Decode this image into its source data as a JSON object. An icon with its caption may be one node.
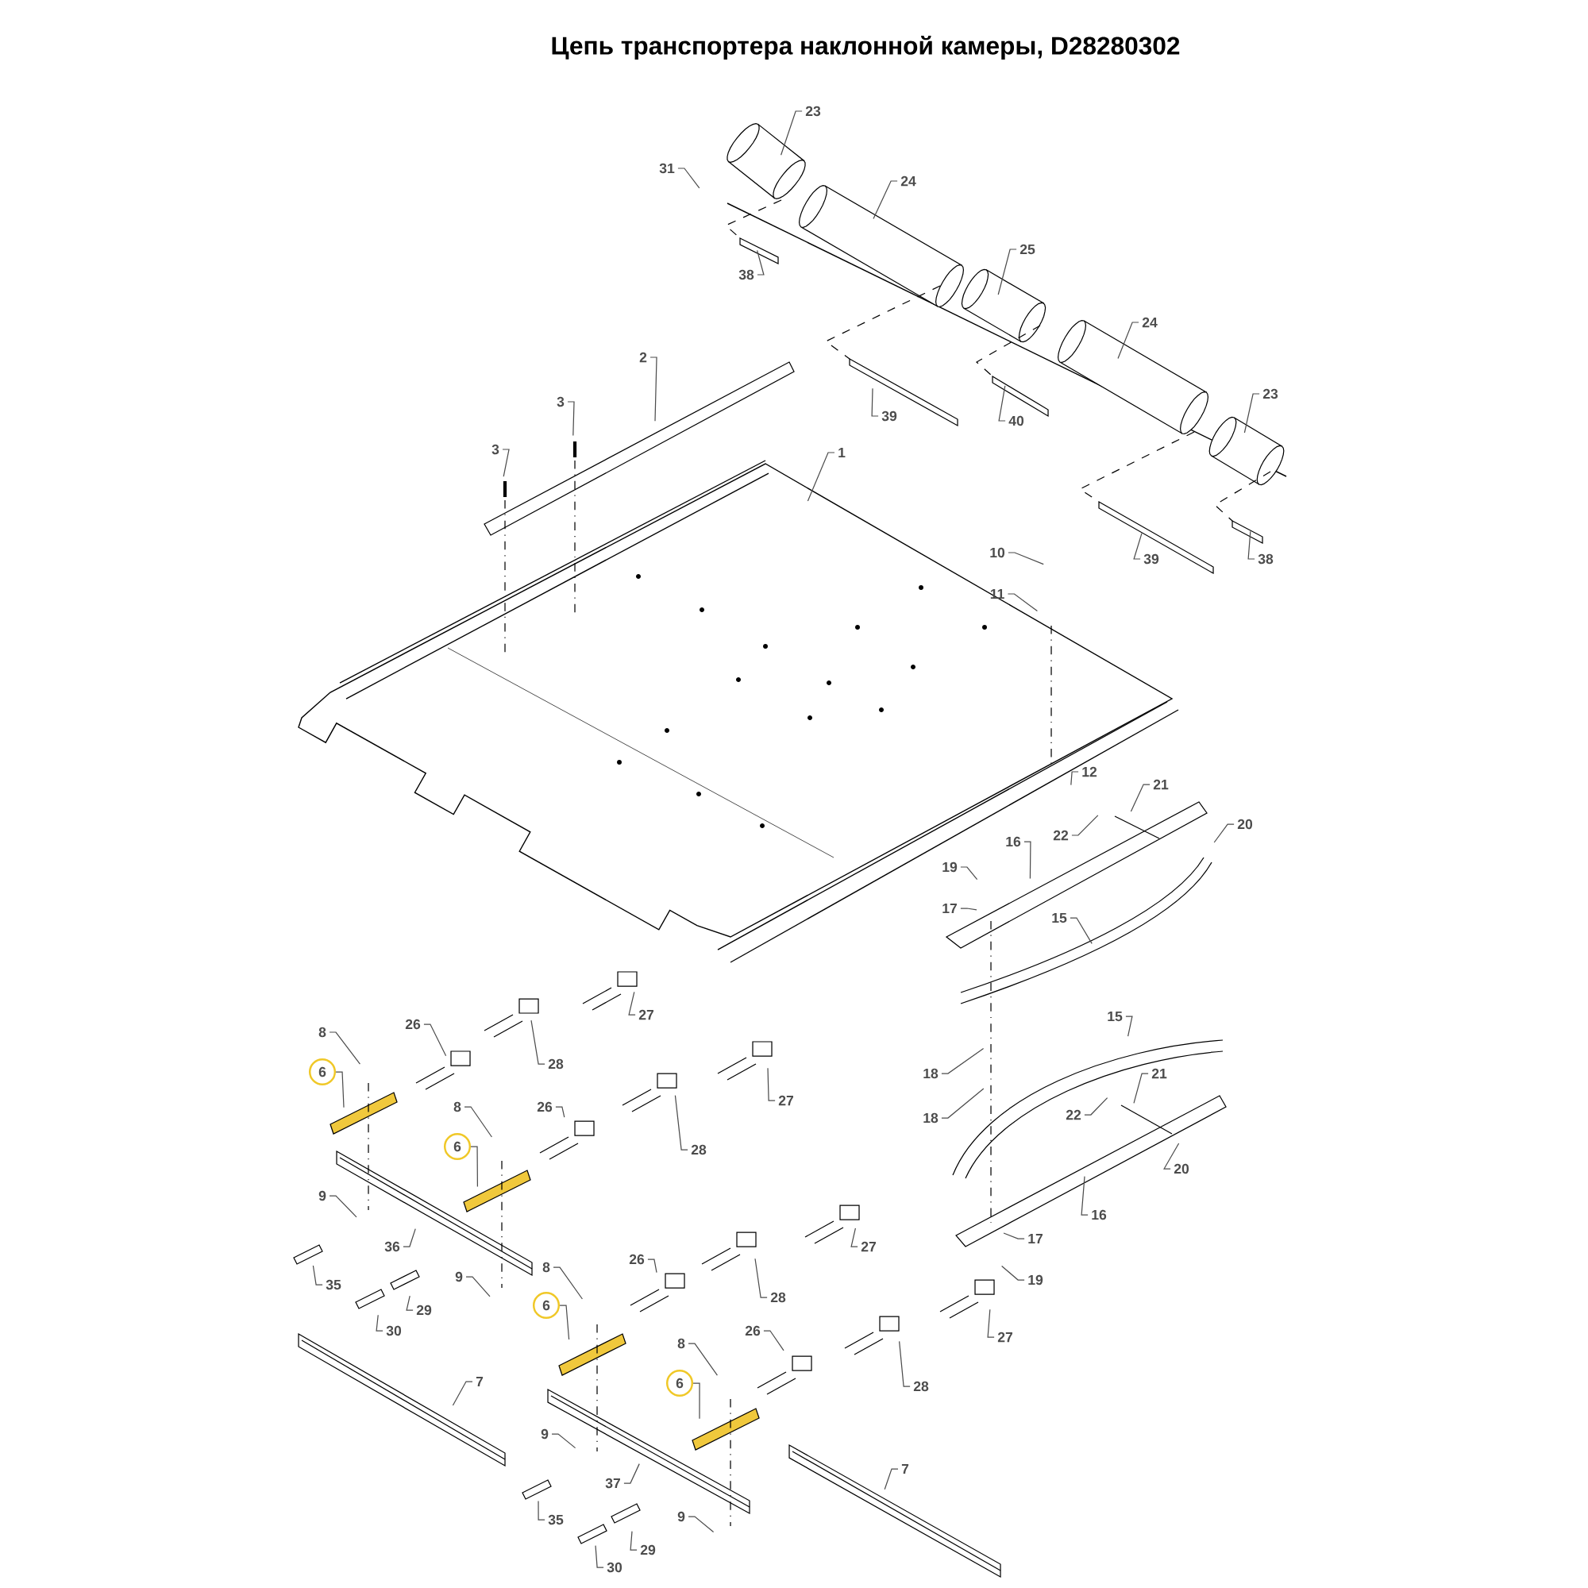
{
  "diagram": {
    "title": "Цепь транспортера наклонной камеры, D28280302",
    "nodes": [
      {
        "text": [
          "23"
        ]
      },
      {
        "text": [
          "31"
        ]
      },
      {
        "text": [
          "24"
        ]
      },
      {
        "text": [
          "38"
        ]
      },
      {
        "text": [
          "25"
        ]
      },
      {
        "text": [
          "24"
        ]
      },
      {
        "text": [
          "2"
        ]
      },
      {
        "text": [
          "3"
        ]
      },
      {
        "text": [
          "39"
        ]
      },
      {
        "text": [
          "40"
        ]
      },
      {
        "text": [
          "23"
        ]
      },
      {
        "text": [
          "3"
        ]
      },
      {
        "text": [
          "1"
        ]
      },
      {
        "text": [
          "39"
        ]
      },
      {
        "text": [
          "38"
        ]
      },
      {
        "text": [
          "10"
        ]
      },
      {
        "text": [
          "11"
        ]
      },
      {
        "text": [
          "12"
        ]
      },
      {
        "text": [
          "21"
        ]
      },
      {
        "text": [
          "22"
        ]
      },
      {
        "text": [
          "20"
        ]
      },
      {
        "text": [
          "16"
        ]
      },
      {
        "text": [
          "19"
        ]
      },
      {
        "text": [
          "17"
        ]
      },
      {
        "text": [
          "15"
        ]
      },
      {
        "text": [
          "27"
        ]
      },
      {
        "text": [
          "26"
        ]
      },
      {
        "text": [
          "28"
        ]
      },
      {
        "text": [
          "15"
        ]
      },
      {
        "text": [
          "8"
        ]
      },
      {
        "text": [
          "6"
        ]
      },
      {
        "text": [
          "18"
        ]
      },
      {
        "text": [
          "21"
        ]
      },
      {
        "text": [
          "27"
        ]
      },
      {
        "text": [
          "26"
        ]
      },
      {
        "text": [
          "8"
        ]
      },
      {
        "text": [
          "18"
        ]
      },
      {
        "text": [
          "22"
        ]
      },
      {
        "text": [
          "6"
        ]
      },
      {
        "text": [
          "28"
        ]
      },
      {
        "text": [
          "20"
        ]
      },
      {
        "text": [
          "9"
        ]
      },
      {
        "text": [
          "16"
        ]
      },
      {
        "text": [
          "36"
        ]
      },
      {
        "text": [
          "27"
        ]
      },
      {
        "text": [
          "17"
        ]
      },
      {
        "text": [
          "26"
        ]
      },
      {
        "text": [
          "19"
        ]
      },
      {
        "text": [
          "8"
        ]
      },
      {
        "text": [
          "9"
        ]
      },
      {
        "text": [
          "35"
        ]
      },
      {
        "text": [
          "28"
        ]
      },
      {
        "text": [
          "6"
        ]
      },
      {
        "text": [
          "29"
        ]
      },
      {
        "text": [
          "30"
        ]
      },
      {
        "text": [
          "27"
        ]
      },
      {
        "text": [
          "26"
        ]
      },
      {
        "text": [
          "8"
        ]
      },
      {
        "text": [
          "7"
        ]
      },
      {
        "text": [
          "6"
        ]
      },
      {
        "text": [
          "28"
        ]
      },
      {
        "text": [
          "9"
        ]
      },
      {
        "text": [
          "7"
        ]
      },
      {
        "text": [
          "37"
        ]
      },
      {
        "text": [
          "35"
        ]
      },
      {
        "text": [
          "9"
        ]
      },
      {
        "text": [
          "29"
        ]
      },
      {
        "text": [
          "30"
        ]
      }
    ],
    "edges": [
      {
        "from": 0,
        "to": null,
        "arrow": "none"
      },
      {
        "from": 1,
        "to": null,
        "arrow": "none"
      },
      {
        "from": 2,
        "to": null,
        "arrow": "none"
      },
      {
        "from": 3,
        "to": null,
        "arrow": "none"
      },
      {
        "from": 4,
        "to": null,
        "arrow": "none"
      },
      {
        "from": 5,
        "to": null,
        "arrow": "none"
      },
      {
        "from": 6,
        "to": null,
        "arrow": "none"
      },
      {
        "from": 7,
        "to": null,
        "arrow": "none"
      },
      {
        "from": 8,
        "to": null,
        "arrow": "none"
      },
      {
        "from": 9,
        "to": null,
        "arrow": "none"
      },
      {
        "from": 10,
        "to": null,
        "arrow": "none"
      },
      {
        "from": 11,
        "to": null,
        "arrow": "none"
      },
      {
        "from": 12,
        "to": null,
        "arrow": "none"
      },
      {
        "from": 13,
        "to": null,
        "arrow": "none"
      },
      {
        "from": 14,
        "to": null,
        "arrow": "none"
      },
      {
        "from": 15,
        "to": null,
        "arrow": "none"
      },
      {
        "from": 16,
        "to": null,
        "arrow": "none"
      },
      {
        "from": 17,
        "to": null,
        "arrow": "none"
      },
      {
        "from": 18,
        "to": null,
        "arrow": "none"
      },
      {
        "from": 19,
        "to": null,
        "arrow": "none"
      },
      {
        "from": 20,
        "to": null,
        "arrow": "none"
      },
      {
        "from": 21,
        "to": null,
        "arrow": "none"
      },
      {
        "from": 22,
        "to": null,
        "arrow": "none"
      },
      {
        "from": 23,
        "to": null,
        "arrow": "none"
      },
      {
        "from": 24,
        "to": null,
        "arrow": "none"
      },
      {
        "from": 25,
        "to": null,
        "arrow": "none"
      },
      {
        "from": 26,
        "to": null,
        "arrow": "none"
      },
      {
        "from": 27,
        "to": null,
        "arrow": "none"
      },
      {
        "from": 28,
        "to": null,
        "arrow": "none"
      },
      {
        "from": 29,
        "to": null,
        "arrow": "none"
      },
      {
        "from": 30,
        "to": null,
        "arrow": "none"
      },
      {
        "from": 31,
        "to": null,
        "arrow": "none"
      },
      {
        "from": 32,
        "to": null,
        "arrow": "none"
      },
      {
        "from": 33,
        "to": null,
        "arrow": "none"
      },
      {
        "from": 34,
        "to": null,
        "arrow": "none"
      },
      {
        "from": 35,
        "to": null,
        "arrow": "none"
      },
      {
        "from": 36,
        "to": null,
        "arrow": "none"
      },
      {
        "from": 37,
        "to": null,
        "arrow": "none"
      },
      {
        "from": 38,
        "to": null,
        "arrow": "none"
      },
      {
        "from": 39,
        "to": null,
        "arrow": "none"
      },
      {
        "from": 40,
        "to": null,
        "arrow": "none"
      },
      {
        "from": 41,
        "to": null,
        "arrow": "none"
      },
      {
        "from": 42,
        "to": null,
        "arrow": "none"
      },
      {
        "from": 43,
        "to": null,
        "arrow": "none"
      },
      {
        "from": 44,
        "to": null,
        "arrow": "none"
      },
      {
        "from": 45,
        "to": null,
        "arrow": "none"
      },
      {
        "from": 46,
        "to": null,
        "arrow": "none"
      },
      {
        "from": 47,
        "to": null,
        "arrow": "none"
      },
      {
        "from": 48,
        "to": null,
        "arrow": "none"
      },
      {
        "from": 49,
        "to": null,
        "arrow": "none"
      },
      {
        "from": 50,
        "to": null,
        "arrow": "none"
      },
      {
        "from": 51,
        "to": null,
        "arrow": "none"
      },
      {
        "from": 52,
        "to": null,
        "arrow": "none"
      },
      {
        "from": 53,
        "to": null,
        "arrow": "none"
      },
      {
        "from": 54,
        "to": null,
        "arrow": "none"
      },
      {
        "from": 55,
        "to": null,
        "arrow": "none"
      },
      {
        "from": 56,
        "to": null,
        "arrow": "none"
      },
      {
        "from": 57,
        "to": null,
        "arrow": "none"
      },
      {
        "from": 58,
        "to": null,
        "arrow": "none"
      },
      {
        "from": 59,
        "to": null,
        "arrow": "none"
      },
      {
        "from": 60,
        "to": null,
        "arrow": "none"
      },
      {
        "from": 61,
        "to": null,
        "arrow": "none"
      },
      {
        "from": 62,
        "to": null,
        "arrow": "none"
      },
      {
        "from": 63,
        "to": null,
        "arrow": "none"
      },
      {
        "from": 64,
        "to": null,
        "arrow": "none"
      },
      {
        "from": 65,
        "to": null,
        "arrow": "none"
      },
      {
        "from": 66,
        "to": null,
        "arrow": "none"
      },
      {
        "from": 67,
        "to": null,
        "arrow": "none"
      }
    ]
  }
}
